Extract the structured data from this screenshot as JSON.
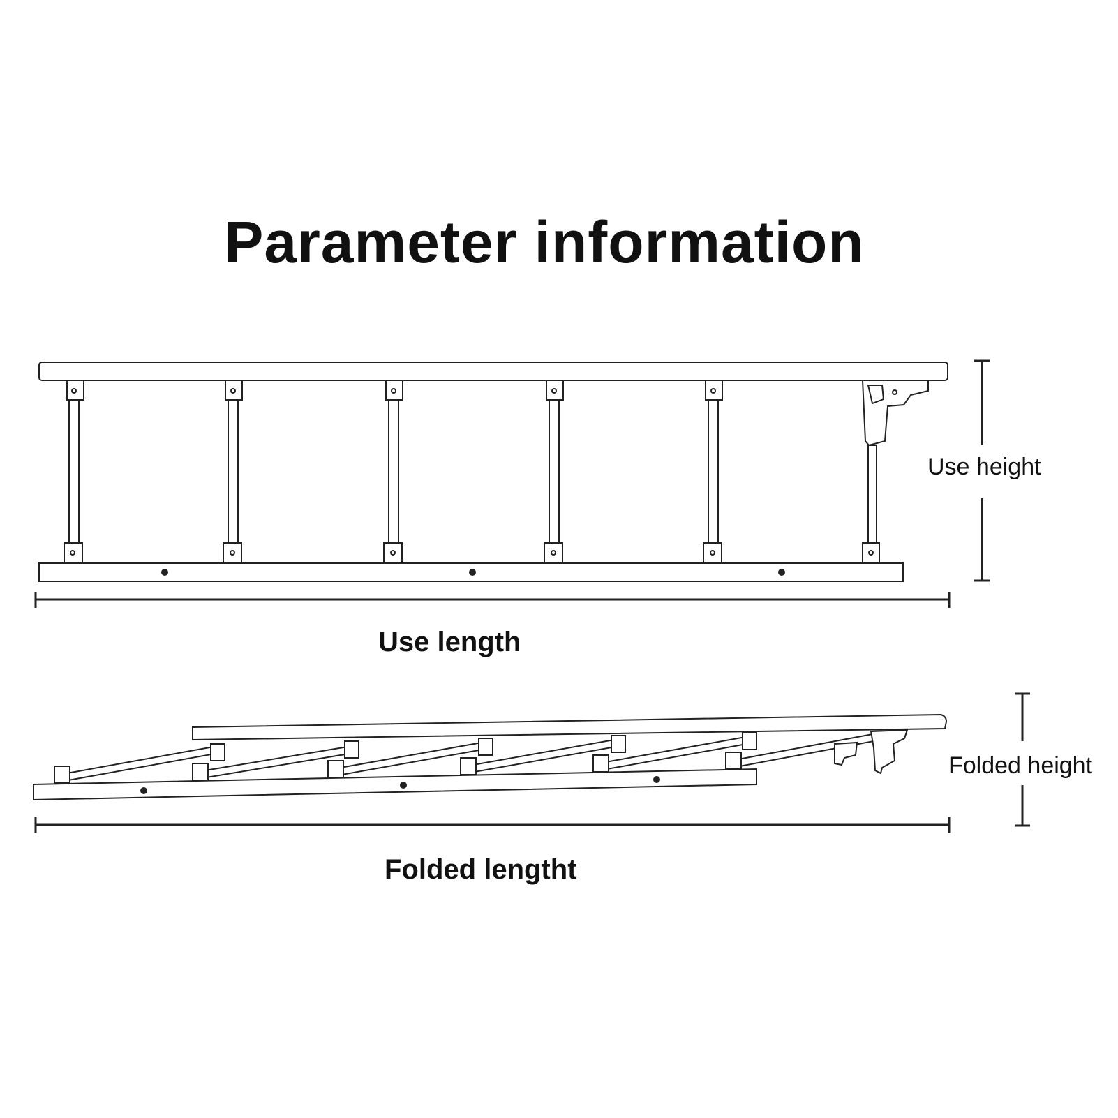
{
  "title": "Parameter information",
  "labels": {
    "use_height": "Use height",
    "use_length": "Use length",
    "folded_height": "Folded height",
    "folded_length": "Folded lengtht"
  },
  "colors": {
    "line": "#222222",
    "fill": "#ffffff"
  }
}
